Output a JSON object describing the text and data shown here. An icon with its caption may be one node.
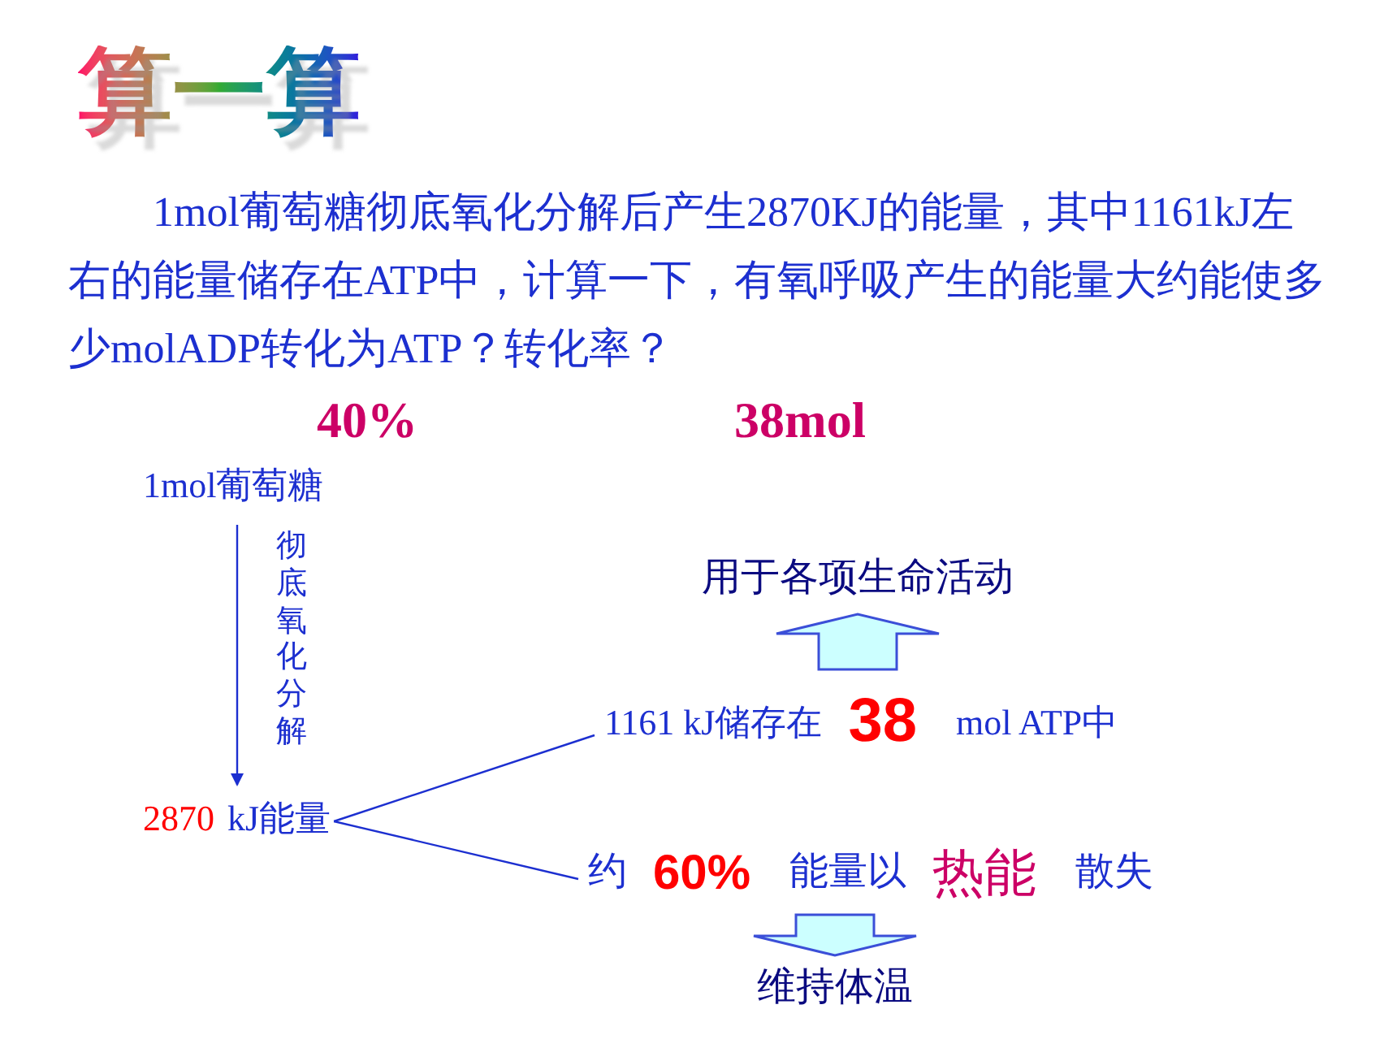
{
  "diagram": {
    "title": "算一算",
    "nodes": [
      {
        "text": [
          "1mol葡萄糖"
        ]
      },
      {
        "text": [
          "2870",
          "kJ能量"
        ]
      },
      {
        "text": [
          "1161 kJ储存在",
          "38",
          "mol ATP中"
        ]
      },
      {
        "text": [
          "约",
          "60%",
          "能量以",
          "热能",
          "散失"
        ]
      },
      {
        "text": [
          "用于各项生命活动"
        ]
      },
      {
        "text": [
          "维持体温"
        ]
      }
    ],
    "edges": [
      {
        "from": 0,
        "to": 1,
        "arrow": "to",
        "label": "彻底氧化分解"
      },
      {
        "from": 1,
        "to": 2,
        "arrow": "none"
      },
      {
        "from": 1,
        "to": 3,
        "arrow": "none"
      },
      {
        "from": 2,
        "to": 4,
        "arrow": "to",
        "style": "thick"
      },
      {
        "from": 3,
        "to": 5,
        "arrow": "to",
        "style": "thick"
      }
    ],
    "labels": [
      "1mol葡萄糖彻底氧化分解后产生2870KJ的能量，其中1161kJ左右的能量储存在ATP中，计算一下，有氧呼吸产生的能量大约能使多少molADP转化为ATP？转化率？",
      "40%",
      "38mol"
    ]
  }
}
